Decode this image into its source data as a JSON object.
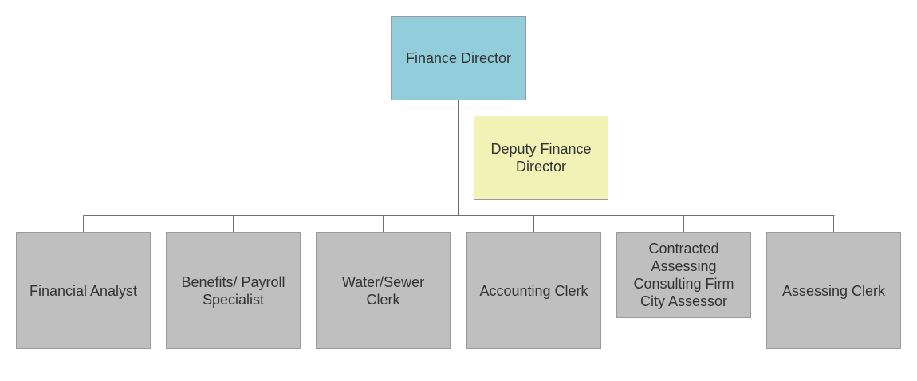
{
  "org_chart": {
    "director": {
      "label": "Finance Director",
      "color": "#92cddc"
    },
    "deputy": {
      "label": "Deputy Finance Director",
      "color": "#f2f2b6"
    },
    "staff_color": "#bfbfbf",
    "staff": [
      {
        "label": "Financial Analyst"
      },
      {
        "label": "Benefits/ Payroll Specialist"
      },
      {
        "label": "Water/Sewer Clerk"
      },
      {
        "label": "Accounting Clerk"
      },
      {
        "label": "Contracted Assessing Consulting Firm City Assessor"
      },
      {
        "label": "Assessing Clerk"
      }
    ]
  }
}
